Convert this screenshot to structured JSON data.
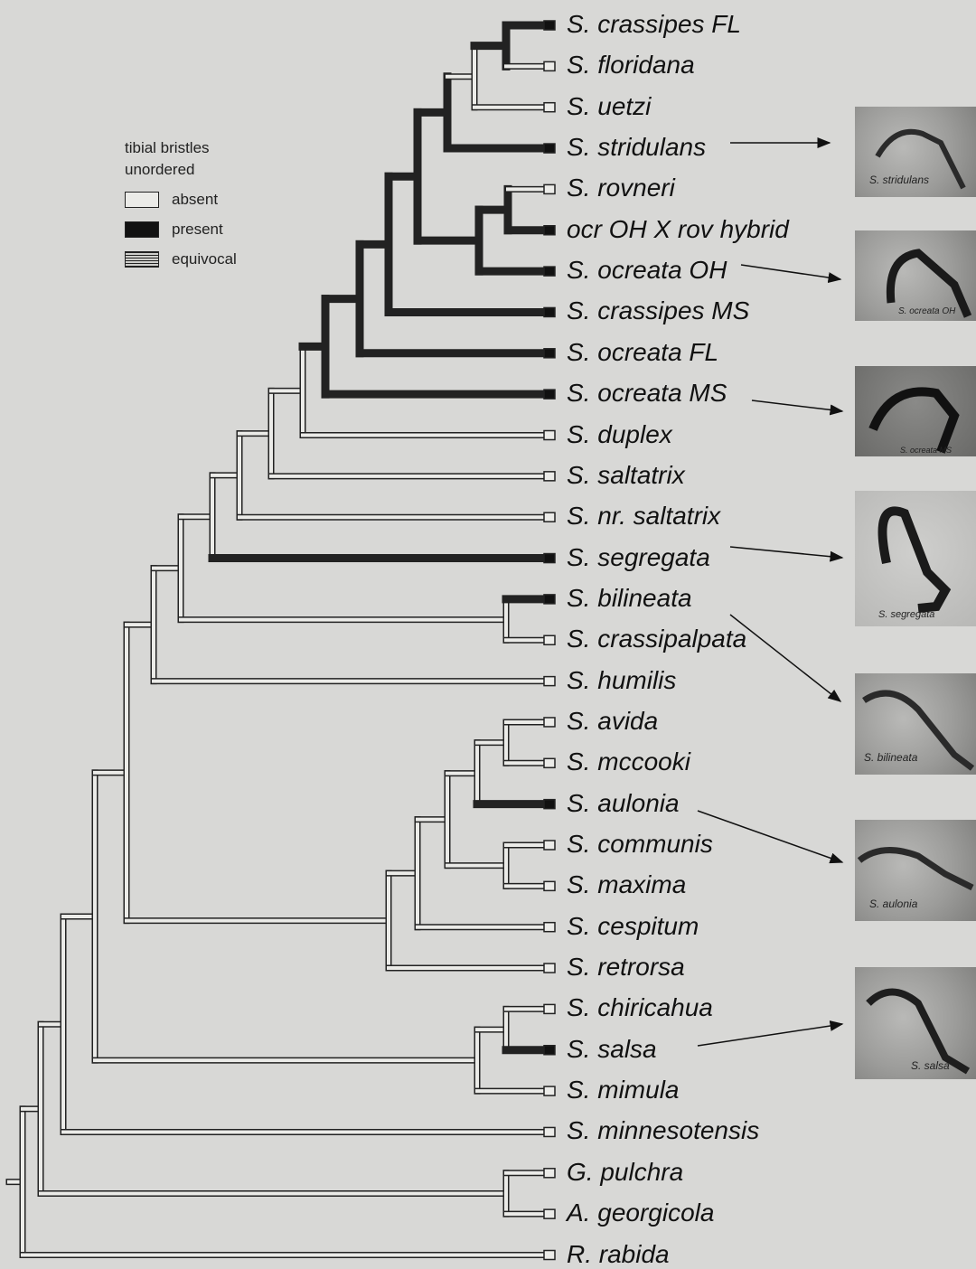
{
  "legend": {
    "line1": "tibial bristles",
    "line2": "unordered",
    "items": [
      {
        "key": "absent",
        "label": "absent"
      },
      {
        "key": "present",
        "label": "present"
      },
      {
        "key": "equivocal",
        "label": "equivocal"
      }
    ]
  },
  "colors": {
    "present": "#111111",
    "absent": "#ebebe8",
    "outline": "#222222",
    "background": "#d8d8d6"
  },
  "taxa": [
    {
      "prefix": "S.",
      "name": "crassipes FL",
      "state": "present"
    },
    {
      "prefix": "S.",
      "name": "floridana",
      "state": "absent"
    },
    {
      "prefix": "S.",
      "name": "uetzi",
      "state": "absent"
    },
    {
      "prefix": "S.",
      "name": "stridulans",
      "state": "present"
    },
    {
      "prefix": "S.",
      "name": "rovneri",
      "state": "absent"
    },
    {
      "prefix": "",
      "name": "ocr OH X rov hybrid",
      "state": "present"
    },
    {
      "prefix": "S.",
      "name": "ocreata OH",
      "state": "present"
    },
    {
      "prefix": "S.",
      "name": "crassipes MS",
      "state": "present"
    },
    {
      "prefix": "S.",
      "name": "ocreata FL",
      "state": "present"
    },
    {
      "prefix": "S.",
      "name": "ocreata MS",
      "state": "present"
    },
    {
      "prefix": "S.",
      "name": "duplex",
      "state": "absent"
    },
    {
      "prefix": "S.",
      "name": "saltatrix",
      "state": "absent"
    },
    {
      "prefix": "S.",
      "name": "nr. saltatrix",
      "state": "absent"
    },
    {
      "prefix": "S.",
      "name": "segregata",
      "state": "present"
    },
    {
      "prefix": "S.",
      "name": "bilineata",
      "state": "present"
    },
    {
      "prefix": "S.",
      "name": "crassipalpata",
      "state": "absent"
    },
    {
      "prefix": "S.",
      "name": "humilis",
      "state": "absent"
    },
    {
      "prefix": "S.",
      "name": "avida",
      "state": "absent"
    },
    {
      "prefix": "S.",
      "name": "mccooki",
      "state": "absent"
    },
    {
      "prefix": "S.",
      "name": "aulonia",
      "state": "present"
    },
    {
      "prefix": "S.",
      "name": "communis",
      "state": "absent"
    },
    {
      "prefix": "S.",
      "name": "maxima",
      "state": "absent"
    },
    {
      "prefix": "S.",
      "name": "cespitum",
      "state": "absent"
    },
    {
      "prefix": "S.",
      "name": "retrorsa",
      "state": "absent"
    },
    {
      "prefix": "S.",
      "name": "chiricahua",
      "state": "absent"
    },
    {
      "prefix": "S.",
      "name": "salsa",
      "state": "present"
    },
    {
      "prefix": "S.",
      "name": "mimula",
      "state": "absent"
    },
    {
      "prefix": "S.",
      "name": "minnesotensis",
      "state": "absent"
    },
    {
      "prefix": "G.",
      "name": "pulchra",
      "state": "absent"
    },
    {
      "prefix": "A.",
      "name": "georgicola",
      "state": "absent"
    },
    {
      "prefix": "R.",
      "name": "rabida",
      "state": "absent"
    }
  ],
  "photos": [
    {
      "caption": "S. stridulans",
      "tone": "mid"
    },
    {
      "caption": "S. ocreata OH",
      "tone": "mid"
    },
    {
      "caption": "S. ocreata MS",
      "tone": "dark"
    },
    {
      "caption": "S. segregata",
      "tone": "light"
    },
    {
      "caption": "S. bilineata",
      "tone": "mid"
    },
    {
      "caption": "S. aulonia",
      "tone": "mid"
    },
    {
      "caption": "S. salsa",
      "tone": "mid"
    }
  ]
}
